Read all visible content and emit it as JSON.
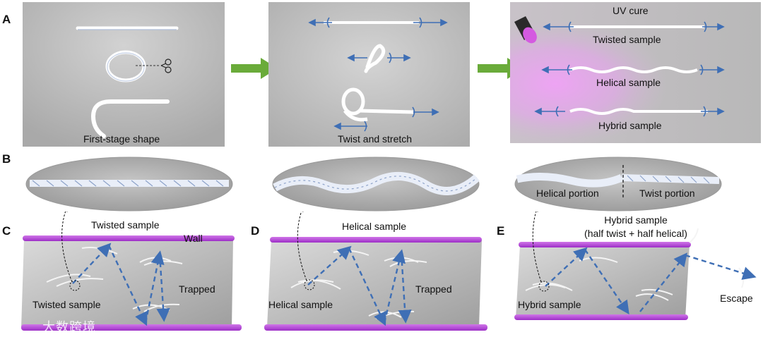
{
  "panel_letters": {
    "a": "A",
    "b": "B",
    "c": "C",
    "d": "D",
    "e": "E"
  },
  "panel_a": {
    "first_stage_label": "First-stage shape",
    "twist_stretch_label": "Twist and stretch",
    "uv_cure_label": "UV cure",
    "twisted_sample_label": "Twisted sample",
    "helical_sample_label": "Helical sample",
    "hybrid_sample_label": "Hybrid sample"
  },
  "panel_b": {
    "helical_portion_label": "Helical portion",
    "twist_portion_label": "Twist portion"
  },
  "panel_c": {
    "title": "Twisted sample",
    "wall_label": "Wall",
    "trapped_label": "Trapped",
    "sample_label": "Twisted sample"
  },
  "panel_d": {
    "title": "Helical sample",
    "trapped_label": "Trapped",
    "sample_label": "Helical sample"
  },
  "panel_e": {
    "title_line1": "Hybrid sample",
    "title_line2": "(half twist + half helical)",
    "escape_label": "Escape",
    "sample_label": "Hybrid sample"
  },
  "watermark": "大数跨境",
  "colors": {
    "arrow_green": "#6aab3a",
    "arrow_blue": "#3f6fb5",
    "wall_purple": "#a93ad0",
    "panel_gray": "#b9b9b9",
    "uv_pink": "#e79af0"
  }
}
